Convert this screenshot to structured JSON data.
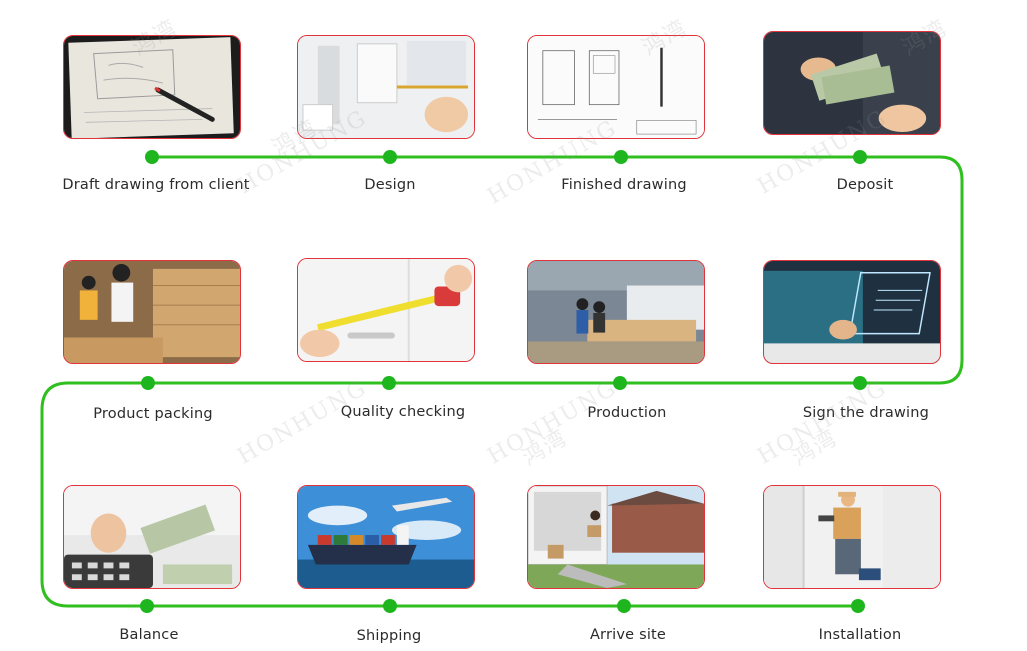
{
  "steps": [
    {
      "label": "Draft drawing from client",
      "image": "hand-sketch-photo"
    },
    {
      "label": "Design",
      "image": "hand-drawing-on-bathroom-photo"
    },
    {
      "label": "Finished drawing",
      "image": "technical-door-drawing"
    },
    {
      "label": "Deposit",
      "image": "cash-handover-photo"
    },
    {
      "label": "Sign the drawing",
      "image": "digital-signing-photo"
    },
    {
      "label": "Production",
      "image": "factory-machines-photo"
    },
    {
      "label": "Quality checking",
      "image": "tape-measure-photo"
    },
    {
      "label": "Product packing",
      "image": "workers-packing-photo"
    },
    {
      "label": "Balance",
      "image": "calculator-money-photo"
    },
    {
      "label": "Shipping",
      "image": "ship-and-plane-photo"
    },
    {
      "label": "Arrive site",
      "image": "truck-unloading-photo"
    },
    {
      "label": "Installation",
      "image": "door-installer-photo"
    }
  ],
  "colors": {
    "line": "#2fbf1f",
    "node": "#1fb51f",
    "frame": "#e0343a"
  },
  "watermark": {
    "latin": "HONHUNG",
    "cjk": "鸿湾"
  }
}
